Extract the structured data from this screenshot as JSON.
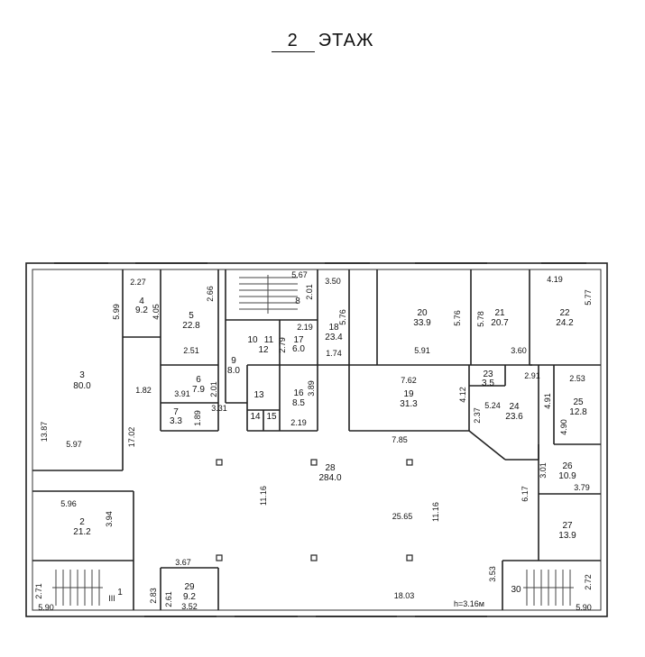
{
  "title": {
    "number": "2",
    "text": "ЭТАЖ"
  },
  "height_note": "h=3.16м",
  "rooms": [
    {
      "id": "1",
      "num": "1",
      "area": ""
    },
    {
      "id": "2",
      "num": "2",
      "area": "21.2"
    },
    {
      "id": "3",
      "num": "3",
      "area": "80.0"
    },
    {
      "id": "4",
      "num": "4",
      "area": "9.2"
    },
    {
      "id": "5",
      "num": "5",
      "area": "22.8"
    },
    {
      "id": "6",
      "num": "6",
      "area": "7.9"
    },
    {
      "id": "7",
      "num": "7",
      "area": "3.3"
    },
    {
      "id": "8",
      "num": "8",
      "area": ""
    },
    {
      "id": "9",
      "num": "9",
      "area": "8.0"
    },
    {
      "id": "10",
      "num": "10",
      "area": ""
    },
    {
      "id": "11",
      "num": "11",
      "area": ""
    },
    {
      "id": "12",
      "num": "12",
      "area": ""
    },
    {
      "id": "13",
      "num": "13",
      "area": ""
    },
    {
      "id": "14",
      "num": "14",
      "area": ""
    },
    {
      "id": "15",
      "num": "15",
      "area": ""
    },
    {
      "id": "16",
      "num": "16",
      "area": "8.5"
    },
    {
      "id": "17",
      "num": "17",
      "area": "6.0"
    },
    {
      "id": "18",
      "num": "18",
      "area": "23.4"
    },
    {
      "id": "19",
      "num": "19",
      "area": "31.3"
    },
    {
      "id": "20",
      "num": "20",
      "area": "33.9"
    },
    {
      "id": "21",
      "num": "21",
      "area": "20.7"
    },
    {
      "id": "22",
      "num": "22",
      "area": "24.2"
    },
    {
      "id": "23",
      "num": "23",
      "area": "3.5"
    },
    {
      "id": "24",
      "num": "24",
      "area": "23.6"
    },
    {
      "id": "25",
      "num": "25",
      "area": "12.8"
    },
    {
      "id": "26",
      "num": "26",
      "area": "10.9"
    },
    {
      "id": "27",
      "num": "27",
      "area": "13.9"
    },
    {
      "id": "28",
      "num": "28",
      "area": "284.0"
    },
    {
      "id": "29",
      "num": "29",
      "area": "9.2"
    },
    {
      "id": "30",
      "num": "30",
      "area": ""
    }
  ],
  "stair_mark": "III",
  "dims": {
    "d1": "2.27",
    "d2": "5.99",
    "d3": "4.05",
    "d4": "2.66",
    "d5": "2.51",
    "d6": "5.67",
    "d7": "2.01",
    "d8": "3.50",
    "d9": "5.76",
    "d10": "2.19",
    "d11": "2.79",
    "d12": "1.74",
    "d13": "1.82",
    "d14": "3.91",
    "d15": "2.01",
    "d16": "1.89",
    "d17": "3.31",
    "d18": "3.89",
    "d19": "2.19",
    "d20": "13.87",
    "d21": "5.97",
    "d22": "17.02",
    "d23": "5.76",
    "d24": "5.91",
    "d25": "5.78",
    "d26": "3.60",
    "d27": "4.19",
    "d28": "5.77",
    "d29": "7.62",
    "d30": "4.12",
    "d31": "2.37",
    "d32": "5.24",
    "d33": "2.91",
    "d34": "2.53",
    "d35": "4.91",
    "d36": "4.90",
    "d37": "7.85",
    "d38": "3.01",
    "d39": "3.79",
    "d40": "11.16",
    "d41": "11.16",
    "d42": "25.65",
    "d43": "6.17",
    "d44": "5.96",
    "d45": "3.94",
    "d46": "3.67",
    "d47": "2.83",
    "d48": "2.61",
    "d49": "3.52",
    "d50": "18.03",
    "d51": "3.53",
    "d52": "2.72",
    "d53": "2.71",
    "d54": "5.90",
    "d55": "5.90"
  }
}
